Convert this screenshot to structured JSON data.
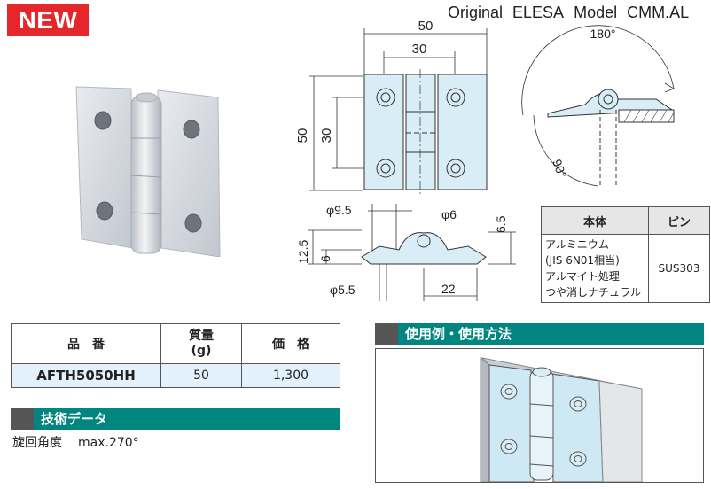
{
  "badge": {
    "label": "NEW",
    "color": "#e5262b"
  },
  "model_line": {
    "w1": "Original",
    "w2": "ELESA",
    "w3": "Model",
    "w4": "CMM.AL"
  },
  "drawing": {
    "top_width": "50",
    "hole_pitch_x": "30",
    "height": "50",
    "hole_pitch_y": "30",
    "angle_180": "180°",
    "angle_90": "90°",
    "counterbore_dia": "φ9.5",
    "pin_dia": "φ6",
    "dim_6_5": "6.5",
    "dim_12_5": "12.5",
    "dim_6": "6",
    "hole_dia": "φ5.5",
    "dim_22": "22"
  },
  "materials": {
    "headers": [
      "本体",
      "ピン"
    ],
    "body_lines": [
      "アルミニウム",
      "(JIS 6N01相当)",
      "アルマイト処理",
      "つや消しナチュラル"
    ],
    "pin": "SUS303"
  },
  "spec_table": {
    "headers": [
      "品　番",
      "質量",
      "(g)",
      "価　格"
    ],
    "row": {
      "part_number": "AFTH5050HH",
      "mass": "50",
      "price": "1,300"
    },
    "header_bg": "#ffffff",
    "row_bg": "#e2f1fb"
  },
  "tech_section": {
    "title": "技術データ",
    "label": "旋回角度",
    "value": "max.270°"
  },
  "usage_section": {
    "title": "使用例・使用方法"
  },
  "colors": {
    "teal": "#00857f",
    "dark": "#555555",
    "part_fill": "#d8edf6"
  }
}
